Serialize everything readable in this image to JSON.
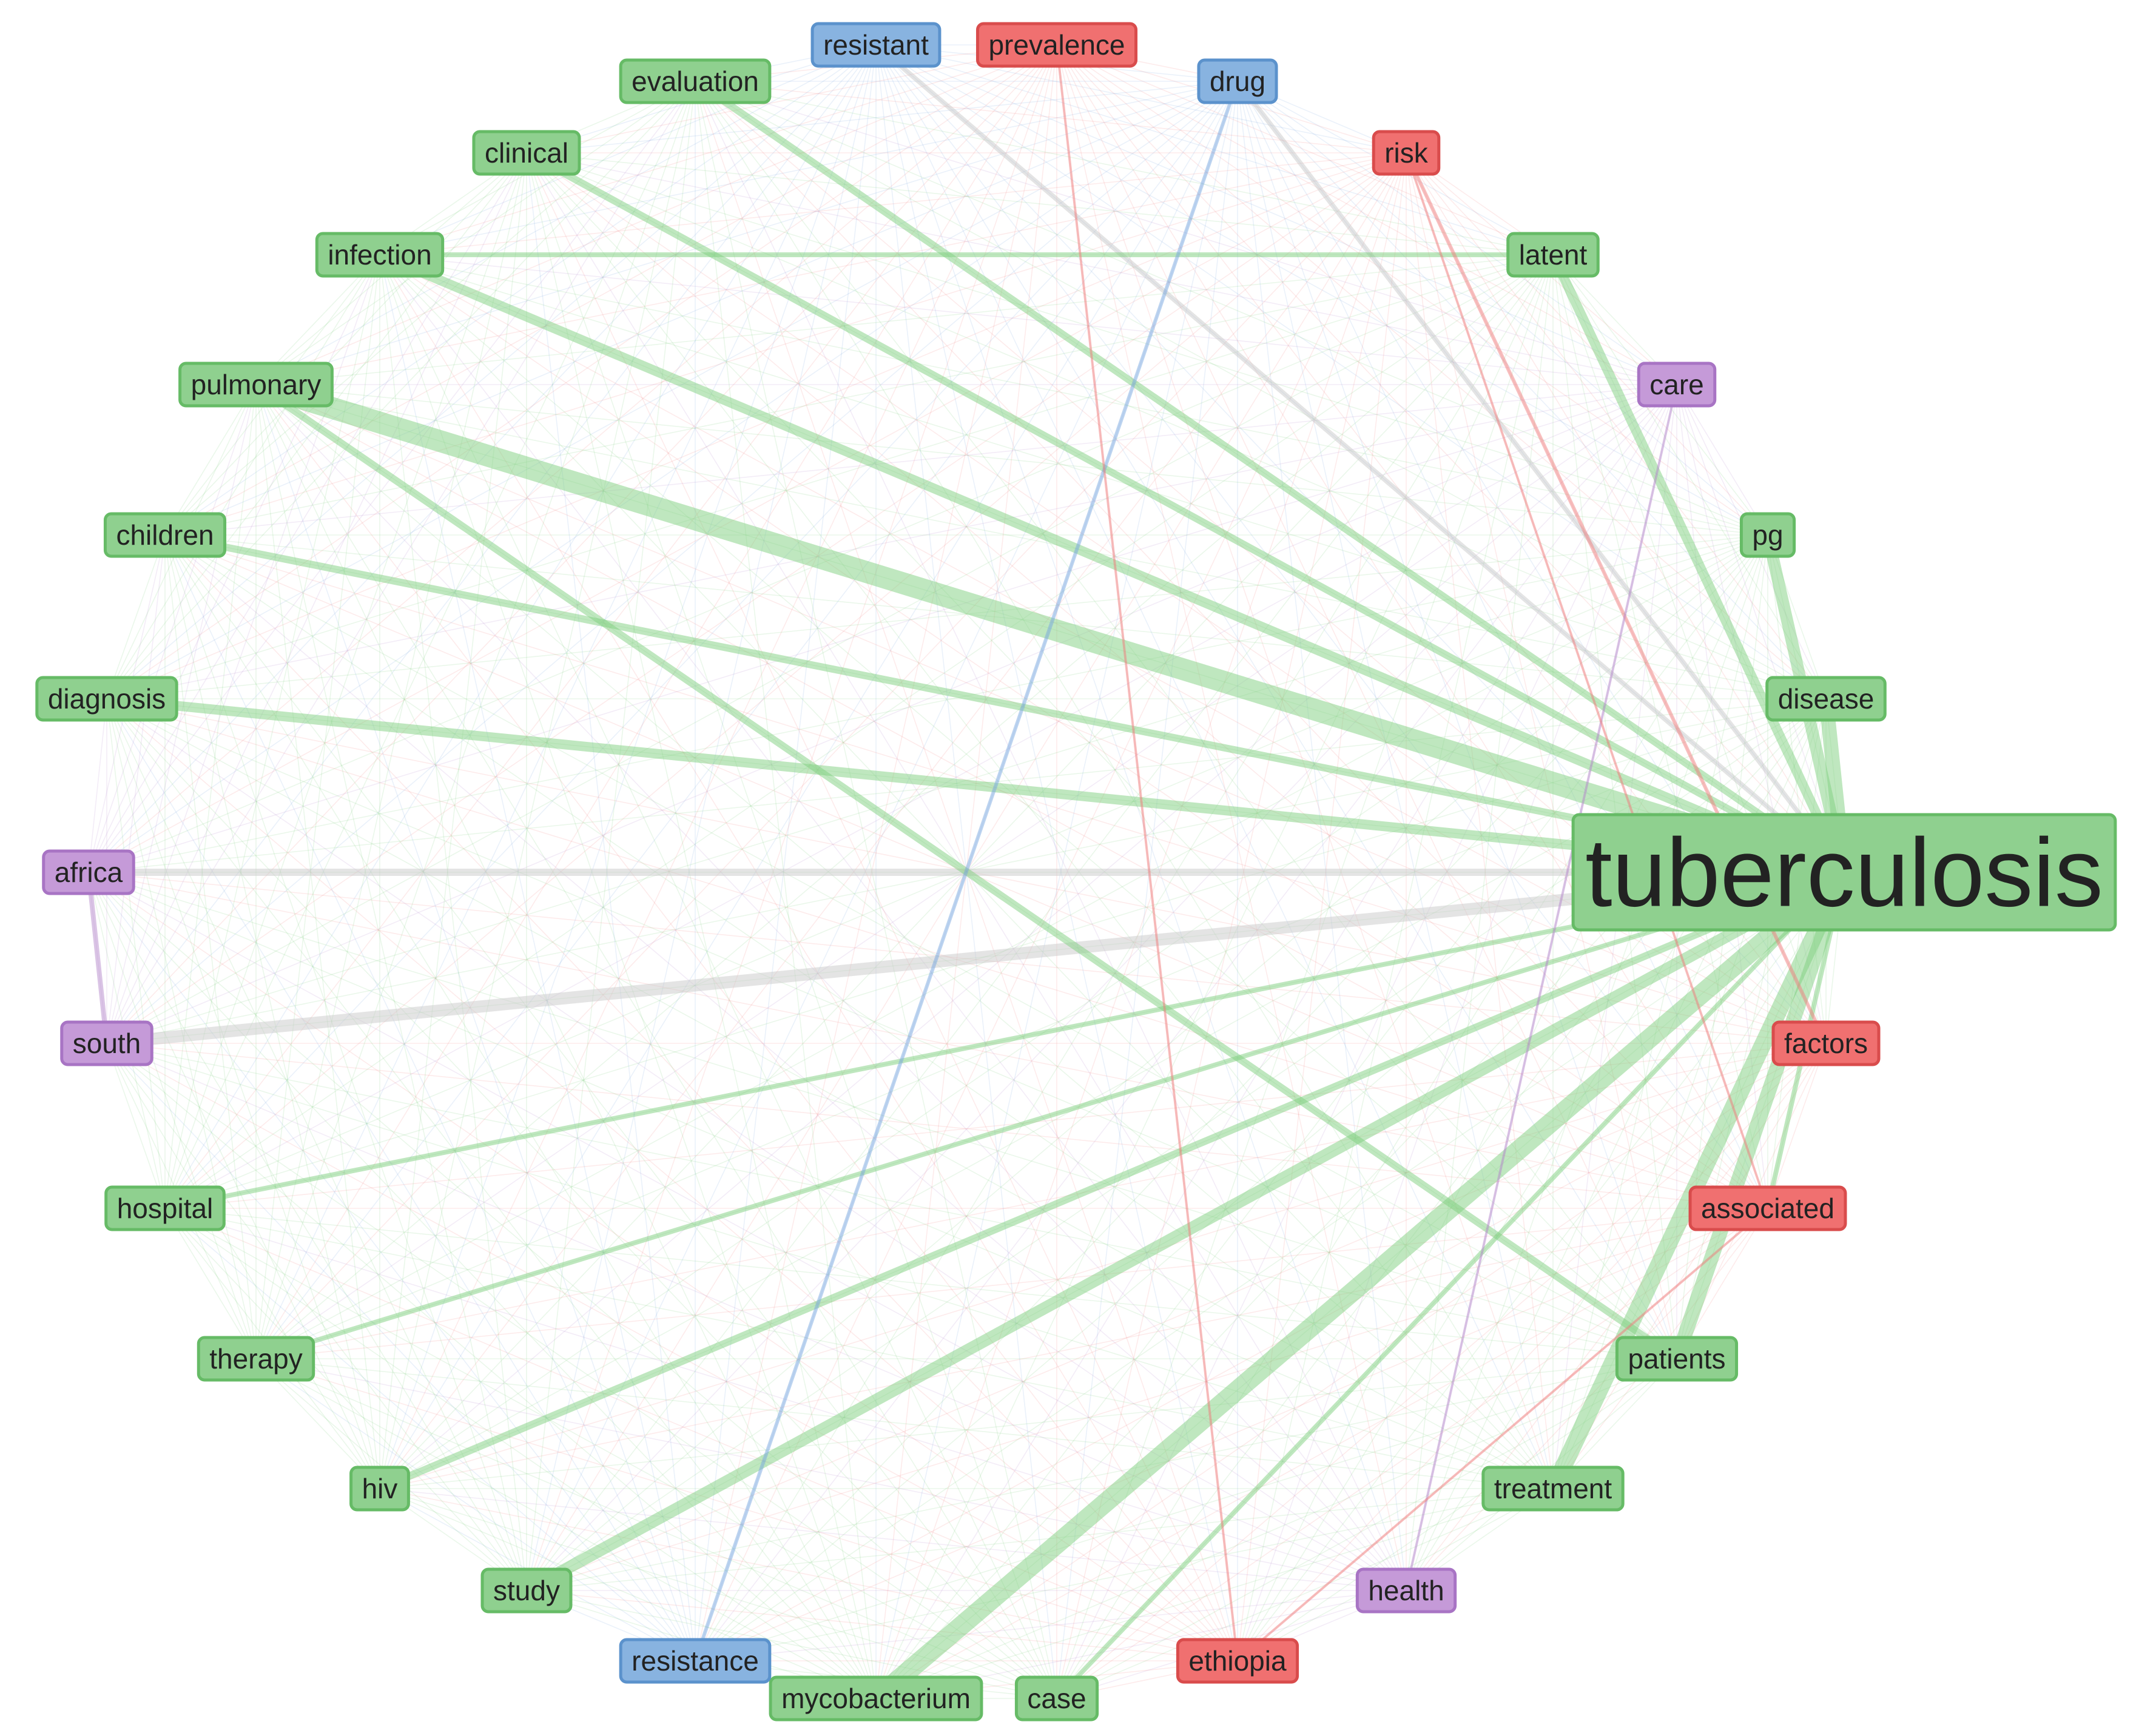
{
  "graph": {
    "type": "co-occurrence-network",
    "colors": {
      "green": {
        "fill": "#8fd08f",
        "stroke": "#66bb66",
        "edge": "#7fcf7f"
      },
      "blue": {
        "fill": "#88b3e0",
        "stroke": "#5b92cc",
        "edge": "#7aa7e0"
      },
      "red": {
        "fill": "#f07070",
        "stroke": "#d94c4c",
        "edge": "#f08080"
      },
      "purple": {
        "fill": "#c59ad8",
        "stroke": "#a874c4",
        "edge": "#b58acc"
      },
      "grey_edge": "#c9c9c9"
    },
    "nodes": [
      {
        "id": "resistant",
        "label": "resistant",
        "group": "blue"
      },
      {
        "id": "prevalence",
        "label": "prevalence",
        "group": "red"
      },
      {
        "id": "drug",
        "label": "drug",
        "group": "blue"
      },
      {
        "id": "risk",
        "label": "risk",
        "group": "red"
      },
      {
        "id": "latent",
        "label": "latent",
        "group": "green"
      },
      {
        "id": "care",
        "label": "care",
        "group": "purple"
      },
      {
        "id": "pg",
        "label": "pg",
        "group": "green"
      },
      {
        "id": "disease",
        "label": "disease",
        "group": "green"
      },
      {
        "id": "tuberculosis",
        "label": "tuberculosis",
        "group": "green",
        "central": true
      },
      {
        "id": "factors",
        "label": "factors",
        "group": "red"
      },
      {
        "id": "associated",
        "label": "associated",
        "group": "red"
      },
      {
        "id": "patients",
        "label": "patients",
        "group": "green"
      },
      {
        "id": "treatment",
        "label": "treatment",
        "group": "green"
      },
      {
        "id": "health",
        "label": "health",
        "group": "purple"
      },
      {
        "id": "ethiopia",
        "label": "ethiopia",
        "group": "red"
      },
      {
        "id": "case",
        "label": "case",
        "group": "green"
      },
      {
        "id": "mycobacterium",
        "label": "mycobacterium",
        "group": "green"
      },
      {
        "id": "resistance",
        "label": "resistance",
        "group": "blue"
      },
      {
        "id": "study",
        "label": "study",
        "group": "green"
      },
      {
        "id": "hiv",
        "label": "hiv",
        "group": "green"
      },
      {
        "id": "therapy",
        "label": "therapy",
        "group": "green"
      },
      {
        "id": "hospital",
        "label": "hospital",
        "group": "green"
      },
      {
        "id": "south",
        "label": "south",
        "group": "purple"
      },
      {
        "id": "africa",
        "label": "africa",
        "group": "purple"
      },
      {
        "id": "diagnosis",
        "label": "diagnosis",
        "group": "green"
      },
      {
        "id": "children",
        "label": "children",
        "group": "green"
      },
      {
        "id": "pulmonary",
        "label": "pulmonary",
        "group": "green"
      },
      {
        "id": "infection",
        "label": "infection",
        "group": "green"
      },
      {
        "id": "clinical",
        "label": "clinical",
        "group": "green"
      },
      {
        "id": "evaluation",
        "label": "evaluation",
        "group": "green"
      }
    ],
    "strong_links": [
      {
        "source": "tuberculosis",
        "target": "pulmonary",
        "weight": 9,
        "color": "green"
      },
      {
        "source": "tuberculosis",
        "target": "mycobacterium",
        "weight": 8,
        "color": "green"
      },
      {
        "source": "tuberculosis",
        "target": "treatment",
        "weight": 7,
        "color": "green"
      },
      {
        "source": "tuberculosis",
        "target": "patients",
        "weight": 6,
        "color": "green"
      },
      {
        "source": "tuberculosis",
        "target": "disease",
        "weight": 6,
        "color": "green"
      },
      {
        "source": "tuberculosis",
        "target": "pg",
        "weight": 5,
        "color": "green"
      },
      {
        "source": "tuberculosis",
        "target": "study",
        "weight": 5,
        "color": "green"
      },
      {
        "source": "tuberculosis",
        "target": "south",
        "weight": 5,
        "color": "grey"
      },
      {
        "source": "tuberculosis",
        "target": "africa",
        "weight": 3,
        "color": "grey"
      },
      {
        "source": "tuberculosis",
        "target": "diagnosis",
        "weight": 4,
        "color": "green"
      },
      {
        "source": "tuberculosis",
        "target": "latent",
        "weight": 4,
        "color": "green"
      },
      {
        "source": "tuberculosis",
        "target": "infection",
        "weight": 4,
        "color": "green"
      },
      {
        "source": "tuberculosis",
        "target": "hiv",
        "weight": 3,
        "color": "green"
      },
      {
        "source": "tuberculosis",
        "target": "children",
        "weight": 3,
        "color": "green"
      },
      {
        "source": "tuberculosis",
        "target": "evaluation",
        "weight": 3,
        "color": "green"
      },
      {
        "source": "tuberculosis",
        "target": "clinical",
        "weight": 3,
        "color": "green"
      },
      {
        "source": "tuberculosis",
        "target": "hospital",
        "weight": 2,
        "color": "green"
      },
      {
        "source": "tuberculosis",
        "target": "therapy",
        "weight": 2,
        "color": "green"
      },
      {
        "source": "tuberculosis",
        "target": "case",
        "weight": 2,
        "color": "green"
      },
      {
        "source": "tuberculosis",
        "target": "drug",
        "weight": 2,
        "color": "grey"
      },
      {
        "source": "tuberculosis",
        "target": "resistant",
        "weight": 2,
        "color": "grey"
      },
      {
        "source": "tuberculosis",
        "target": "associated",
        "weight": 2,
        "color": "green"
      },
      {
        "source": "pulmonary",
        "target": "patients",
        "weight": 3,
        "color": "green"
      },
      {
        "source": "infection",
        "target": "latent",
        "weight": 2,
        "color": "green"
      },
      {
        "source": "drug",
        "target": "resistance",
        "weight": 1.5,
        "color": "blue"
      },
      {
        "source": "risk",
        "target": "factors",
        "weight": 1.5,
        "color": "red"
      },
      {
        "source": "south",
        "target": "africa",
        "weight": 2,
        "color": "purple"
      },
      {
        "source": "health",
        "target": "care",
        "weight": 1,
        "color": "purple"
      },
      {
        "source": "ethiopia",
        "target": "prevalence",
        "weight": 1,
        "color": "red"
      },
      {
        "source": "associated",
        "target": "ethiopia",
        "weight": 1,
        "color": "red"
      },
      {
        "source": "risk",
        "target": "associated",
        "weight": 1,
        "color": "red"
      }
    ]
  }
}
